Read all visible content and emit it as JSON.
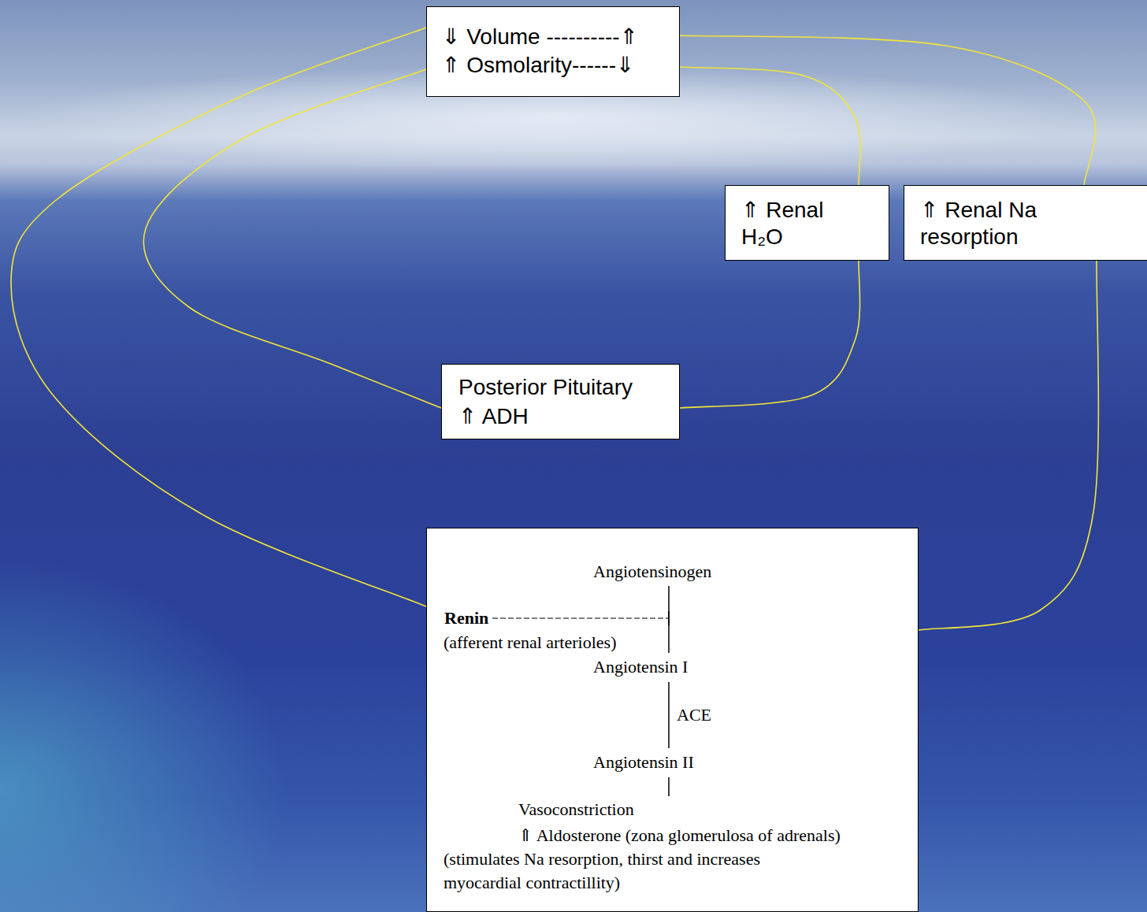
{
  "diagram": {
    "nodes": [
      {
        "text": [
          "⇓ Volume ----------⇑",
          "⇑ Osmolarity------⇓"
        ]
      },
      {
        "text": [
          "⇑ Renal H₂O"
        ]
      },
      {
        "text": [
          "⇑ Renal Na resorption"
        ]
      },
      {
        "text": [
          "Posterior Pituitary ⇑ ADH"
        ]
      },
      {
        "text": [
          "Angiotensinogen",
          "Renin",
          "(afferent renal arterioles)",
          "Angiotensin I",
          "ACE",
          "Angiotensin II",
          "Vasoconstriction",
          "⇑ Aldosterone (zona glomerulosa of adrenals)",
          "(stimulates Na resorption, thirst and increases myocardial contractillity)"
        ]
      }
    ],
    "edges": [
      {
        "from": 0,
        "to": 4,
        "arrow": "none"
      },
      {
        "from": 4,
        "to": 2,
        "arrow": "none"
      },
      {
        "from": 2,
        "to": 0,
        "arrow": "none"
      },
      {
        "from": 0,
        "to": 3,
        "arrow": "none"
      },
      {
        "from": 3,
        "to": 1,
        "arrow": "none"
      },
      {
        "from": 1,
        "to": 0,
        "arrow": "none"
      }
    ]
  }
}
